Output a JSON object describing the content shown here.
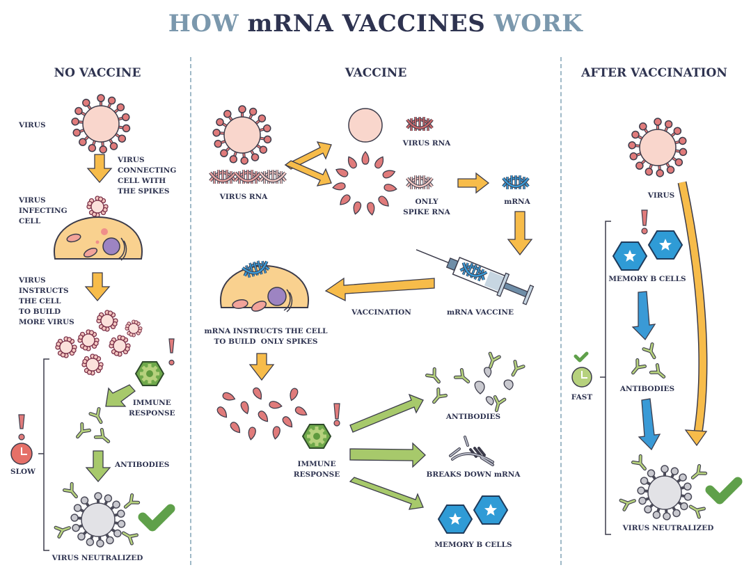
{
  "title": {
    "part1": "HOW",
    "part2": "mRNA VACCINES",
    "part3": "WORK"
  },
  "colors": {
    "title_light": "#7b98ad",
    "text_dark": "#2e3350",
    "virus_pink": "#f9d6cc",
    "spike_red": "#e07b7b",
    "arrow_yellow": "#f7bc4a",
    "arrow_green": "#a7c96b",
    "arrow_blue": "#3a9ad6",
    "immune_green": "#6ea84a",
    "memory_blue": "#2f9bd6",
    "neutralized_gray": "#d8d8dc",
    "check_green": "#5fa04a",
    "cell_orange": "#f9d18f",
    "nucleus_purple": "#9d84c2"
  },
  "columns": {
    "no_vaccine": {
      "heading": "NO VACCINE",
      "labels": {
        "virus": "VIRUS",
        "connecting": [
          "VIRUS",
          "CONNECTING",
          "CELL WITH",
          "THE SPIKES"
        ],
        "infecting": [
          "VIRUS",
          "INFECTING",
          "CELL"
        ],
        "instructs": [
          "VIRUS",
          "INSTRUCTS",
          "THE CELL",
          "TO BUILD",
          "MORE VIRUS"
        ],
        "immune": [
          "IMMUNE",
          "RESPONSE"
        ],
        "antibodies": "ANTIBODIES",
        "speed": "SLOW",
        "neutralized": "VIRUS NEUTRALIZED"
      }
    },
    "vaccine": {
      "heading": "VACCINE",
      "labels": {
        "virus_rna_left": "VIRUS RNA",
        "virus_rna_top": "VIRUS RNA",
        "only_spike": [
          "ONLY",
          "SPIKE RNA"
        ],
        "mrna": "mRNA",
        "mrna_vaccine": "mRNA VACCINE",
        "vaccination": "VACCINATION",
        "instructs": [
          "mRNA INSTRUCTS THE CELL",
          "TO BUILD  ONLY SPIKES"
        ],
        "immune": [
          "IMMUNE",
          "RESPONSE"
        ],
        "antibodies": "ANTIBODIES",
        "breaks_down": "BREAKS DOWN mRNA",
        "memory": "MEMORY B CELLS"
      }
    },
    "after": {
      "heading": "AFTER VACCINATION",
      "labels": {
        "virus": "VIRUS",
        "memory": "MEMORY B CELLS",
        "antibodies": "ANTIBODIES",
        "speed": "FAST",
        "neutralized": "VIRUS NEUTRALIZED"
      }
    }
  }
}
